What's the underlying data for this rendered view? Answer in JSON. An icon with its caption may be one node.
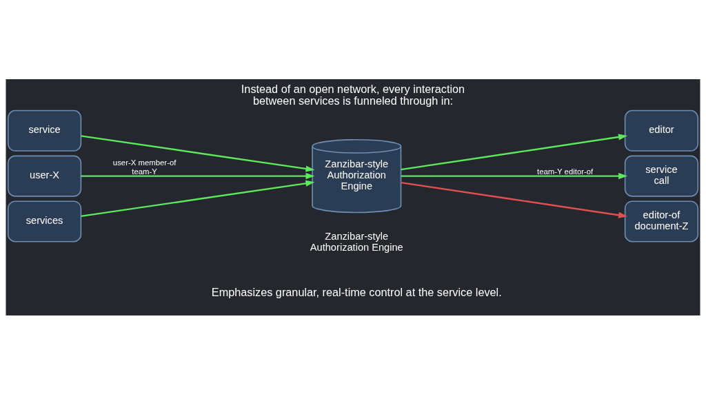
{
  "diagram": {
    "title": "Instead of an open network, every interaction between services is funneled through in:",
    "caption": "Emphasizes granular, real-time control at the service level.",
    "nodes": [
      {
        "text": [
          "service"
        ]
      },
      {
        "text": [
          "user-X"
        ]
      },
      {
        "text": [
          "services"
        ]
      },
      {
        "text": [
          "Zanzibar-style Authorization Engine"
        ],
        "beside": [
          "Zanzibar-style Authorization Engine"
        ]
      },
      {
        "text": [
          "editor"
        ]
      },
      {
        "text": [
          "service call"
        ]
      },
      {
        "text": [
          "editor-of document-Z"
        ]
      }
    ],
    "edges": [
      {
        "from": 0,
        "to": 3,
        "arrow": "to"
      },
      {
        "from": 1,
        "to": 3,
        "arrow": "to",
        "label": "user-X member-of team-Y"
      },
      {
        "from": 2,
        "to": 3,
        "arrow": "to"
      },
      {
        "from": 3,
        "to": 4,
        "arrow": "to"
      },
      {
        "from": 3,
        "to": 5,
        "arrow": "to",
        "label": "team-Y editor-of"
      },
      {
        "from": 3,
        "to": 6,
        "arrow": "to",
        "color": "#e05050"
      }
    ]
  }
}
